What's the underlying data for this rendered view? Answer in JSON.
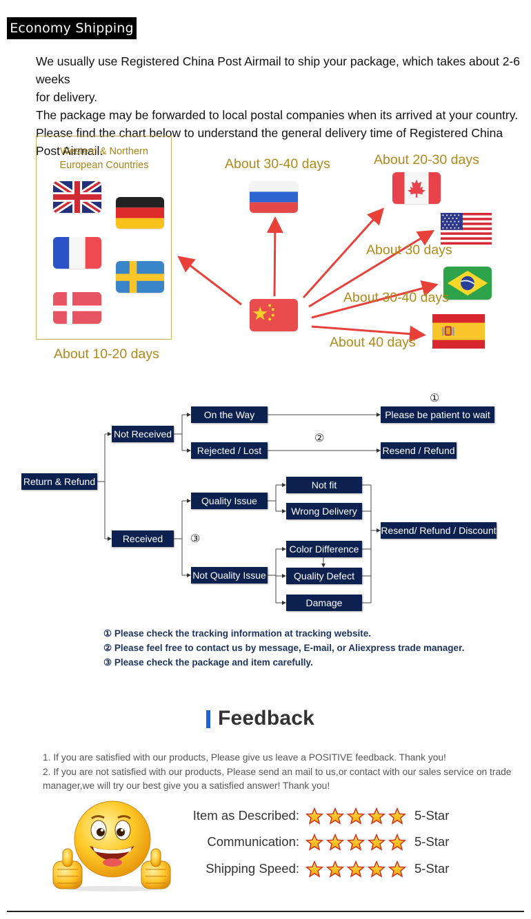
{
  "shipping": {
    "title": "Economy Shipping",
    "intro": [
      "We usually use Registered China Post Airmail to ship your package, which takes about 2-6 weeks",
      "for delivery.",
      "The package may be forwarded to local postal companies when its arrived at your country.",
      "Please find the chart below to understand the general delivery time of Registered China Post Airmail."
    ],
    "europe_title_line1": "Western & Northern",
    "europe_title_line2": "European Countries",
    "times": {
      "europe": "About 10-20 days",
      "russia": "About 30-40 days",
      "canada": "About 20-30 days",
      "usa": "About 30 days",
      "brazil": "About 30-40 days",
      "spain": "About 40 days"
    }
  },
  "flow": {
    "root": "Return & Refund",
    "not_received": "Not Received",
    "on_the_way": "On the Way",
    "rejected_lost": "Rejected / Lost",
    "patient": "Please be patient to wait",
    "resend_refund": "Resend / Refund",
    "received": "Received",
    "quality_issue": "Quality Issue",
    "not_quality_issue": "Not Quality Issue",
    "not_fit": "Not fit",
    "wrong_delivery": "Wrong Delivery",
    "color_difference": "Color Difference",
    "quality_defect": "Quality Defect",
    "damage": "Damage",
    "resend_refund_discount": "Resend/ Refund / Discount",
    "mark1": "①",
    "mark2": "②",
    "mark3": "③",
    "notes": [
      "① Please check the tracking information at tracking website.",
      "② Please feel free to contact us by message, E-mail, or Aliexpress trade manager.",
      "③ Please check the package and item carefully."
    ]
  },
  "feedback": {
    "title": "Feedback",
    "lines": [
      "1. If you are satisfied with our products, Please give us leave a POSITIVE feedback. Thank you!",
      "2. If you are not satisfied with our products, Please send an mail to us,or contact with our sales service on trade manager,we will try our best give you a satisfied answer! Thank you!"
    ],
    "ratings": [
      {
        "label": "Item as Described:",
        "stars": 5,
        "value": "5-Star"
      },
      {
        "label": "Communication:",
        "stars": 5,
        "value": "5-Star"
      },
      {
        "label": "Shipping Speed:",
        "stars": 5,
        "value": "5-Star"
      }
    ]
  },
  "colors": {
    "accent_blue": "#1c63d6",
    "node_navy": "#0d2151",
    "gold_text": "#b08a1a",
    "arrow_red": "#e8413a"
  },
  "icons": [
    "smiley-thumbs-up-icon",
    "star-icon",
    "flag-uk-icon",
    "flag-germany-icon",
    "flag-france-icon",
    "flag-sweden-icon",
    "flag-denmark-icon",
    "flag-russia-icon",
    "flag-china-icon",
    "flag-canada-icon",
    "flag-usa-icon",
    "flag-brazil-icon",
    "flag-spain-icon"
  ]
}
